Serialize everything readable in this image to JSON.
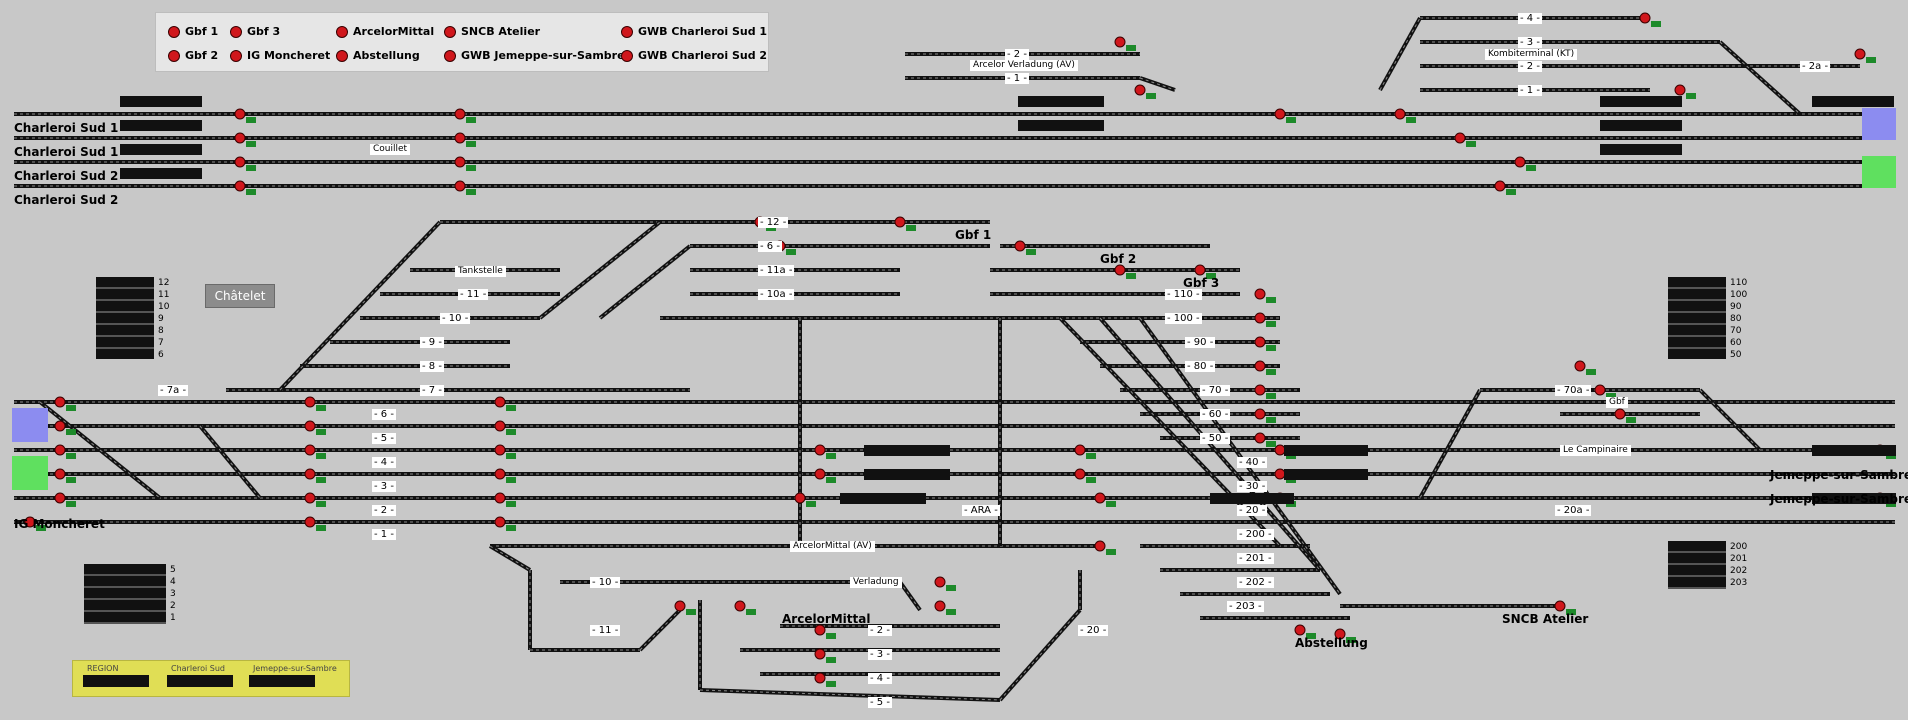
{
  "legend": [
    {
      "label": "Gbf 1"
    },
    {
      "label": "Gbf 3"
    },
    {
      "label": "ArcelorMittal"
    },
    {
      "label": "SNCB Atelier"
    },
    {
      "label": "GWB Charleroi Sud 1"
    },
    {
      "label": "Gbf 2"
    },
    {
      "label": "IG Moncheret"
    },
    {
      "label": "Abstellung"
    },
    {
      "label": "GWB Jemeppe-sur-Sambre"
    },
    {
      "label": "GWB Charleroi Sud 2"
    }
  ],
  "stations": {
    "cs1a": "Charleroi Sud 1",
    "cs1b": "Charleroi Sud 1",
    "cs2a": "Charleroi Sud 2",
    "cs2b": "Charleroi Sud 2",
    "ig": "IG Moncheret",
    "jem1": "Jemeppe-sur-Sambre",
    "jem2": "Jemeppe-sur-Sambre",
    "gbf1": "Gbf 1",
    "gbf2": "Gbf 2",
    "gbf3": "Gbf 3",
    "arcelor": "ArcelorMittal",
    "abst": "Abstellung",
    "sncb": "SNCB Atelier",
    "gbf": "Gbf"
  },
  "places": {
    "chatelet": "Châtelet",
    "couillet": "Couillet",
    "tankstelle": "Tankstelle",
    "kombi": "Kombiterminal (KT)",
    "arcelor_av": "Arcelor Verladung (AV)",
    "arcelor_mittal_av": "ArcelorMittal (AV)",
    "verladung": "Verladung",
    "campinaire": "Le Campinaire"
  },
  "tracks": {
    "t12": "- 12 -",
    "t6": "- 6 -",
    "t11a": "- 11a -",
    "t10a": "- 10a -",
    "t11": "- 11 -",
    "t10": "- 10 -",
    "t9": "- 9 -",
    "t8": "- 8 -",
    "t7": "- 7 -",
    "t7a": "- 7a -",
    "t6b": "- 6 -",
    "t5": "- 5 -",
    "t4": "- 4 -",
    "t3": "- 3 -",
    "t2": "- 2 -",
    "t1": "- 1 -",
    "t110": "- 110 -",
    "t100": "- 100 -",
    "t90": "- 90 -",
    "t80": "- 80 -",
    "t70": "- 70 -",
    "t70a": "- 70a -",
    "t60": "- 60 -",
    "t50": "- 50 -",
    "t40": "- 40 -",
    "t30": "- 30 -",
    "t20": "- 20 -",
    "t20a": "- 20a -",
    "tARA": "- ARA -",
    "t200": "- 200 -",
    "t201": "- 201 -",
    "t202": "- 202 -",
    "t203": "- 203 -",
    "k4": "- 4 -",
    "k3": "- 3 -",
    "k2": "- 2 -",
    "k1": "- 1 -",
    "k2a": "- 2a -",
    "av2": "- 2 -",
    "av1": "- 1 -",
    "a10": "- 10 -",
    "a11": "- 11 -",
    "a2": "- 2 -",
    "a3": "- 3 -",
    "a4": "- 4 -",
    "a5": "- 5 -",
    "a20": "- 20 -"
  },
  "numcols": {
    "left": [
      "12",
      "11",
      "10",
      "9",
      "8",
      "7",
      "6"
    ],
    "right": [
      "110",
      "100",
      "90",
      "80",
      "70",
      "60",
      "50"
    ],
    "left_low": [
      "5",
      "4",
      "3",
      "2",
      "1"
    ],
    "right_low": [
      "200",
      "201",
      "202",
      "203"
    ]
  },
  "region": {
    "h1": "REGION",
    "h2": "Charleroi Sud",
    "h3": "Jemeppe-sur-Sambre"
  },
  "colors": {
    "track": "#111111",
    "signal_red": "#d0171c",
    "signal_green": "#1d8a2a",
    "zone_blue": "#8c8cf0",
    "zone_green": "#5fe05f",
    "bg": "#c8c8c8"
  }
}
